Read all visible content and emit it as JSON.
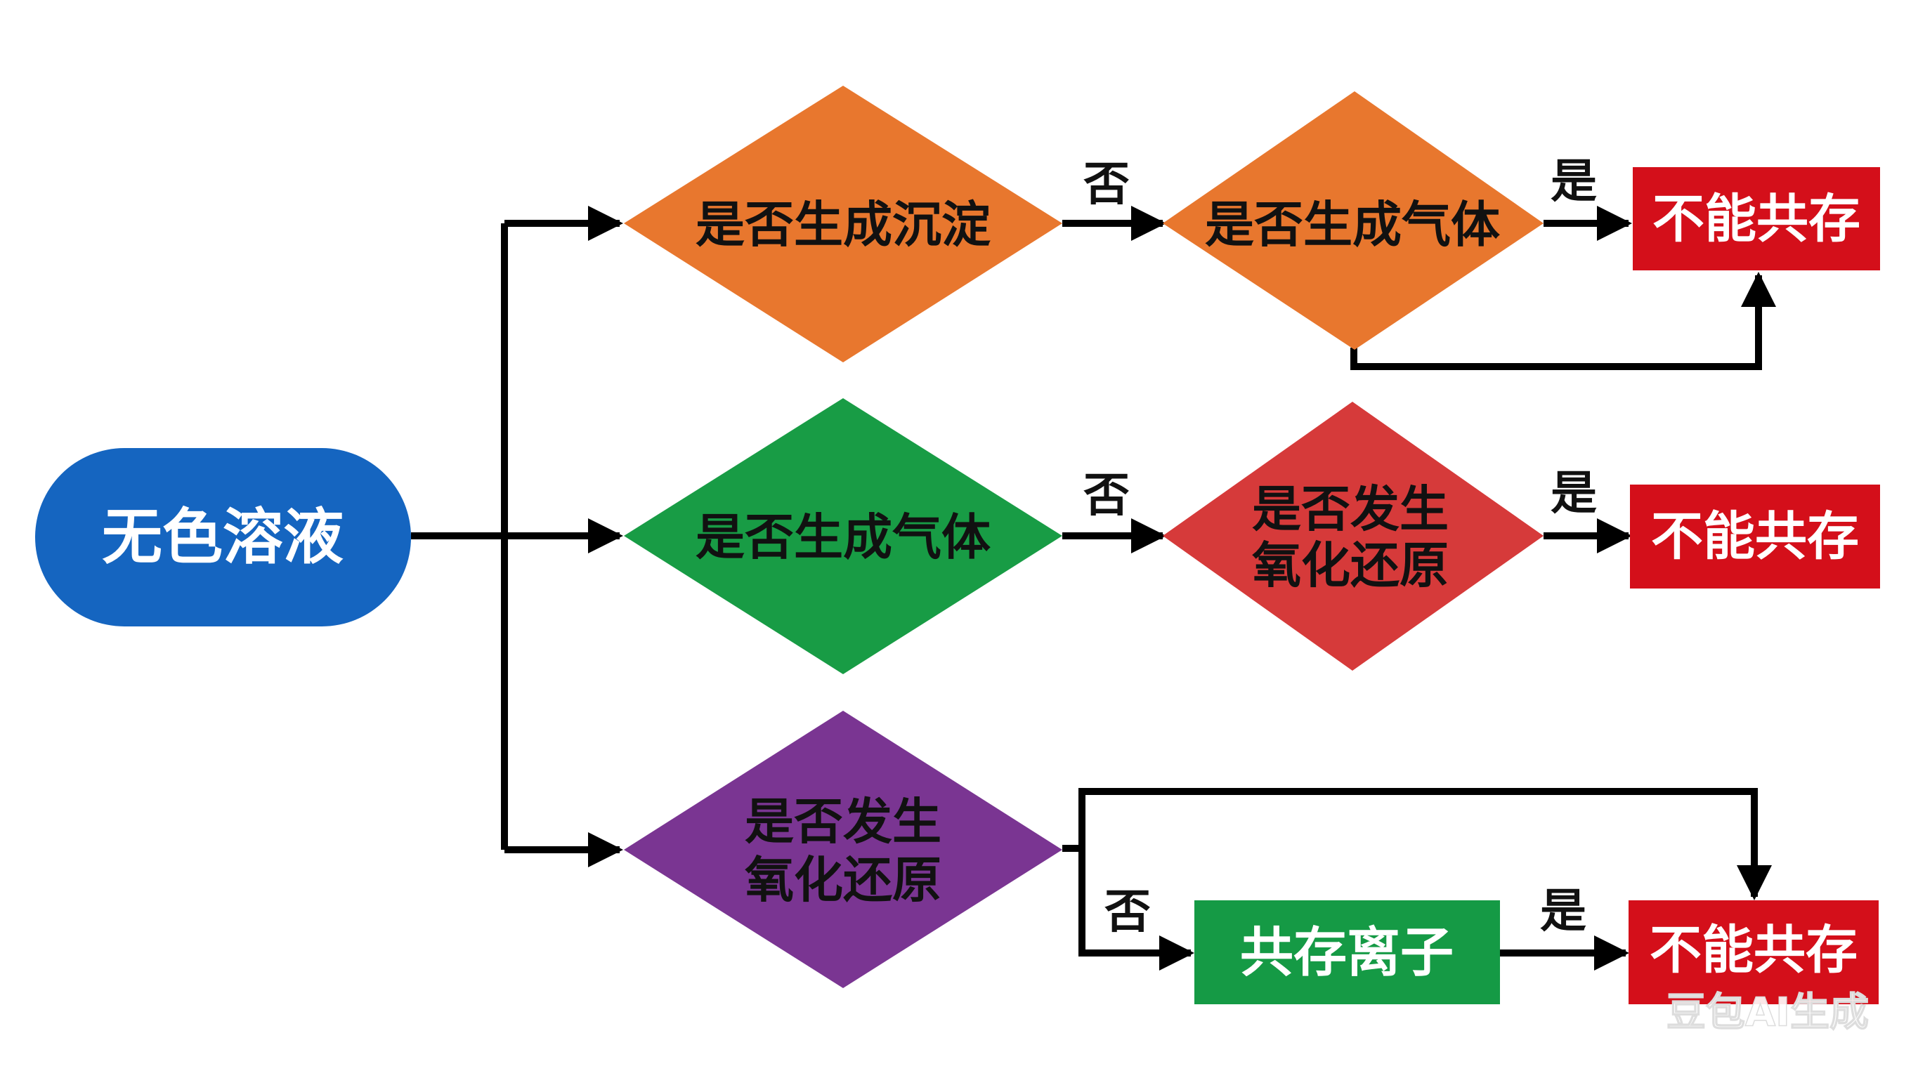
{
  "colors": {
    "start": "#1565c0",
    "orange": "#e8772e",
    "green": "#189c45",
    "red_diamond": "#d63a3a",
    "purple": "#7a3592",
    "result_red": "#d40f1a",
    "result_green": "#159a45",
    "line": "#000000",
    "dark_text": "#111111",
    "light_text": "#ffffff"
  },
  "start": {
    "label": "无色溶液"
  },
  "row1": {
    "check1": "是否生成沉淀",
    "no_label": "否",
    "check2": "是否生成气体",
    "yes_label": "是",
    "result": "不能共存"
  },
  "row2": {
    "check1": "是否生成气体",
    "no_label": "否",
    "check2_line1": "是否发生",
    "check2_line2": "氧化还原",
    "yes_label": "是",
    "result": "不能共存"
  },
  "row3": {
    "check1_line1": "是否发生",
    "check1_line2": "氧化还原",
    "no_label": "否",
    "coexist": "共存离子",
    "yes_label": "是",
    "result": "不能共存"
  },
  "watermark": "豆包AI生成"
}
